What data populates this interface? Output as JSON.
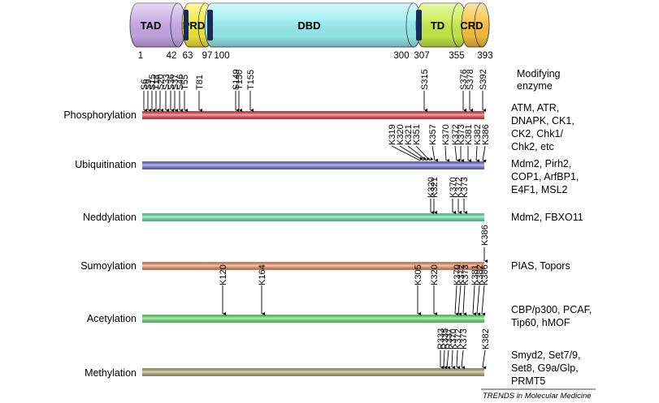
{
  "protein": {
    "domains": [
      {
        "label": "TAD",
        "start": 1,
        "end": 42,
        "color": "#c9a8e6"
      },
      {
        "label": "PRD",
        "start": 42,
        "end": 97,
        "color": "#f2ea3a"
      },
      {
        "label": "DBD",
        "start": 97,
        "end": 300,
        "color": "#9aeef0"
      },
      {
        "label": "TD",
        "start": 300,
        "end": 355,
        "color": "#c7ed4a"
      },
      {
        "label": "CRD",
        "start": 355,
        "end": 393,
        "color": "#f6c33c"
      }
    ],
    "residue_ticks": [
      "1",
      "42",
      "63",
      "97",
      "100",
      "300",
      "307",
      "355",
      "393"
    ]
  },
  "header": {
    "enzyme_heading_1": "Modifying",
    "enzyme_heading_2": "enzyme"
  },
  "modifications": [
    {
      "name": "Phosphorylation",
      "color": "#e8404a",
      "sites": [
        "S6",
        "S9",
        "S15",
        "T18",
        "S20",
        "S33",
        "S36",
        "S37",
        "S46",
        "T55",
        "T81",
        "S149",
        "T150",
        "T155",
        "S315",
        "S376",
        "S378",
        "S392"
      ],
      "enzymes": [
        "ATM, ATR,",
        "DNAPK, CK1,",
        "CK2, Chk1/",
        "Chk2, etc"
      ]
    },
    {
      "name": "Ubiquitination",
      "color": "#6f72d8",
      "sites": [
        "K319",
        "K320",
        "K321",
        "K351",
        "K357",
        "K370",
        "K372",
        "K373",
        "K381",
        "K382",
        "K386"
      ],
      "enzymes": [
        "Mdm2, Pirh2,",
        "COP1, ArfBP1,",
        "E4F1, MSL2"
      ]
    },
    {
      "name": "Neddylation",
      "color": "#5ee6a8",
      "sites": [
        "K320",
        "K321",
        "K370",
        "K372",
        "K373"
      ],
      "enzymes": [
        "Mdm2, FBXO11"
      ]
    },
    {
      "name": "Sumoylation",
      "color": "#f29060",
      "sites": [
        "K386"
      ],
      "enzymes": [
        "PIAS, Topors"
      ]
    },
    {
      "name": "Acetylation",
      "color": "#5ee66a",
      "sites": [
        "K120",
        "K164",
        "K305",
        "K320",
        "K370",
        "K372",
        "K373",
        "K381",
        "K382",
        "K386"
      ],
      "enzymes": [
        "CBP/p300, PCAF,",
        "Tip60, hMOF"
      ]
    },
    {
      "name": "Methylation",
      "color": "#b0a878",
      "sites": [
        "R333",
        "R335",
        "R337",
        "K370",
        "K372",
        "K373",
        "K382"
      ],
      "enzymes": [
        "Smyd2, Set7/9,",
        "Set8, G9a/Glp,",
        "PRMT5"
      ]
    }
  ],
  "credit": "TRENDS in Molecular Medicine"
}
